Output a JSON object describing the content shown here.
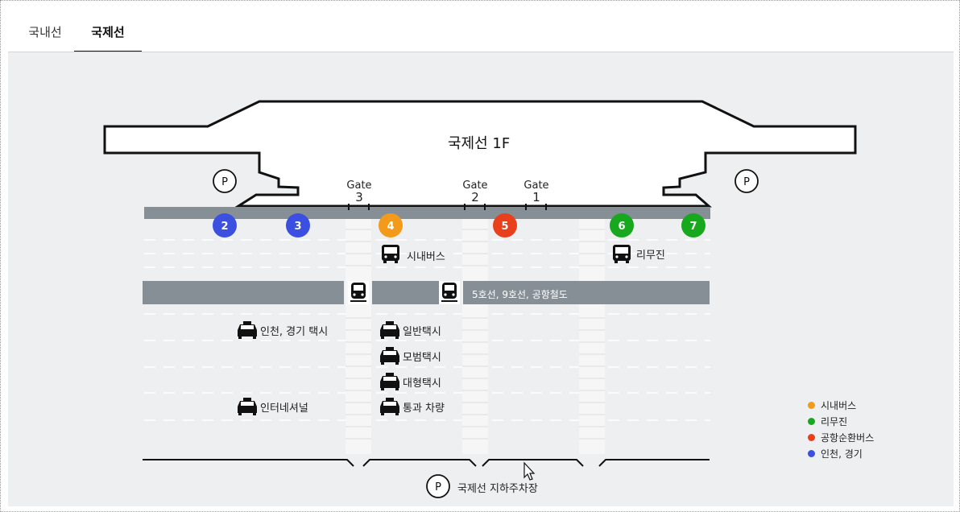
{
  "tabs": [
    {
      "label": "국내선",
      "active": false
    },
    {
      "label": "국제선",
      "active": true
    }
  ],
  "map": {
    "terminal_label": "국제선 1F",
    "parking_symbol": "P",
    "underground_parking_label": "국제선 지하주차장",
    "gates": [
      {
        "word": "Gate",
        "num": "3"
      },
      {
        "word": "Gate",
        "num": "2"
      },
      {
        "word": "Gate",
        "num": "1"
      }
    ],
    "stops": [
      {
        "num": "2",
        "color": "#3b4fe0"
      },
      {
        "num": "3",
        "color": "#3b4fe0"
      },
      {
        "num": "4",
        "color": "#f39a1a"
      },
      {
        "num": "5",
        "color": "#e8401c"
      },
      {
        "num": "6",
        "color": "#17a81e"
      },
      {
        "num": "7",
        "color": "#17a81e"
      }
    ],
    "bus_label": "시내버스",
    "limousine_label": "리무진",
    "rail_label": "5호선, 9호선, 공항철도",
    "taxis": {
      "incheon": "인천, 경기 택시",
      "general": "일반택시",
      "deluxe": "모범택시",
      "large": "대형택시",
      "international": "인터네셔널",
      "passing": "통과 차량"
    }
  },
  "legend": [
    {
      "label": "시내버스",
      "color": "#f39a1a"
    },
    {
      "label": "리무진",
      "color": "#17a81e"
    },
    {
      "label": "공항순환버스",
      "color": "#e8401c"
    },
    {
      "label": "인천, 경기",
      "color": "#3b4fe0"
    }
  ]
}
